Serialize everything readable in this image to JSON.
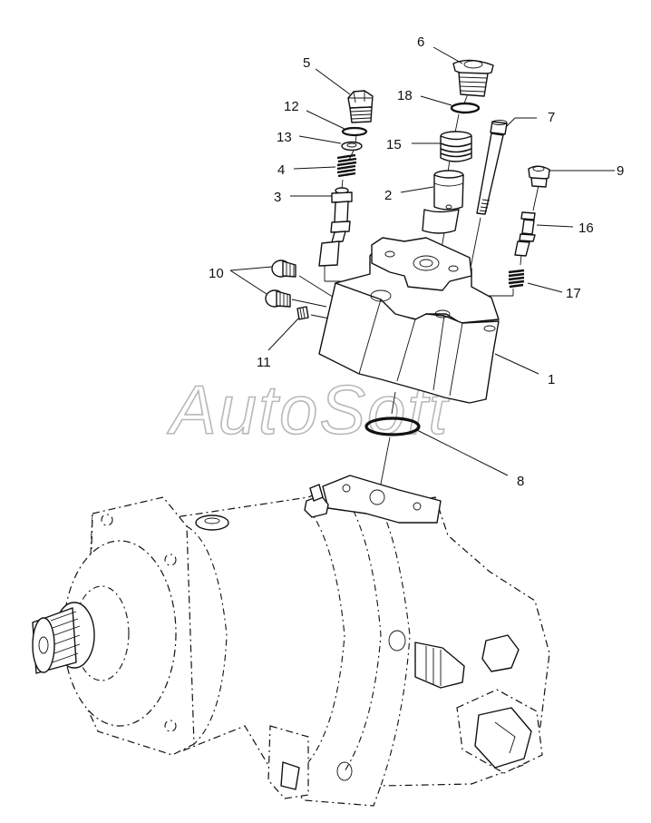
{
  "watermark": "AutoSoft",
  "callouts": {
    "c1": "1",
    "c2": "2",
    "c3": "3",
    "c4": "4",
    "c5": "5",
    "c6": "6",
    "c7": "7",
    "c8": "8",
    "c9": "9",
    "c10": "10",
    "c11": "11",
    "c12": "12",
    "c13": "13",
    "c15": "15",
    "c16": "16",
    "c17": "17",
    "c18": "18"
  }
}
